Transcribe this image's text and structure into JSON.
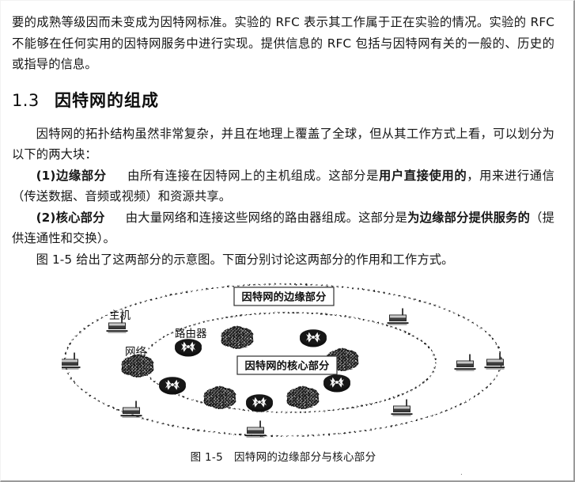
{
  "page": {
    "paragraphs_top": [
      "要的成熟等级因而未变成为因特网标准。实验的 RFC 表示其工作属于正在实验的情况。实验的 RFC 不能够在任何实用的因特网服务中进行实现。提供信息的 RFC 包括与因特网有关的一般的、历史的或指导的信息。"
    ],
    "heading": {
      "number": "1.3",
      "text": "因特网的组成"
    },
    "paragraphs_body": [
      "因特网的拓扑结构虽然非常复杂，并且在地理上覆盖了全球，但从其工作方式上看，可以划分为以下的两大块："
    ],
    "list_items": [
      {
        "marker": "(1)",
        "term": "边缘部分",
        "text_a": "由所有连接在因特网上的主机组成。这部分是",
        "emphasis": "用户直接使用的",
        "text_b": "，用来进行通信（传送数据、音频或视频）和资源共享。"
      },
      {
        "marker": "(2)",
        "term": "核心部分",
        "text_a": "由大量网络和连接这些网络的路由器组成。这部分是",
        "emphasis": "为边缘部分提供服务的",
        "text_b": "（提供连通性和交换）。"
      }
    ],
    "paragraphs_after_list": [
      "图 1-5 给出了这两部分的示意图。下面分别讨论这两部分的作用和工作方式。"
    ]
  },
  "figure": {
    "caption_number": "图 1-5",
    "caption_text": "因特网的边缘部分与核心部分",
    "labels": {
      "edge_box": "因特网的边缘部分",
      "core_box": "因特网的核心部分",
      "host": "主机",
      "router": "路由器",
      "network": "网络"
    },
    "colors": {
      "ink": "#111111",
      "outline": "#2b2b2b",
      "box_fill": "#ffffff",
      "cloud_fill": "#1b1b1b",
      "router_fill": "#141414"
    },
    "counts": {
      "hosts": 8,
      "routers": 5,
      "networks": 5
    }
  }
}
